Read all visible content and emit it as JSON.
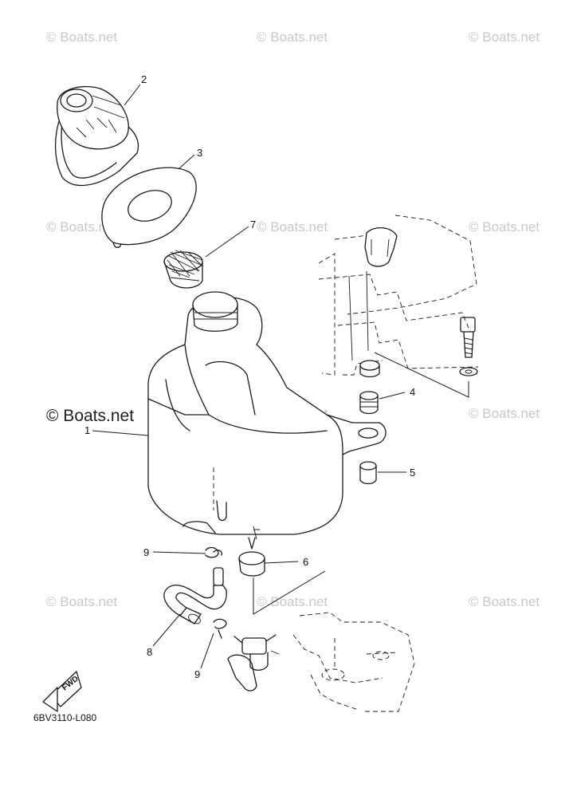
{
  "watermark": "© Boats.net",
  "main_watermark": "© Boats.net",
  "drawing_code": "6BV3110-L080",
  "fwd_label": "FWD",
  "callouts": [
    "1",
    "2",
    "3",
    "4",
    "5",
    "6",
    "7",
    "8",
    "9",
    "9"
  ]
}
